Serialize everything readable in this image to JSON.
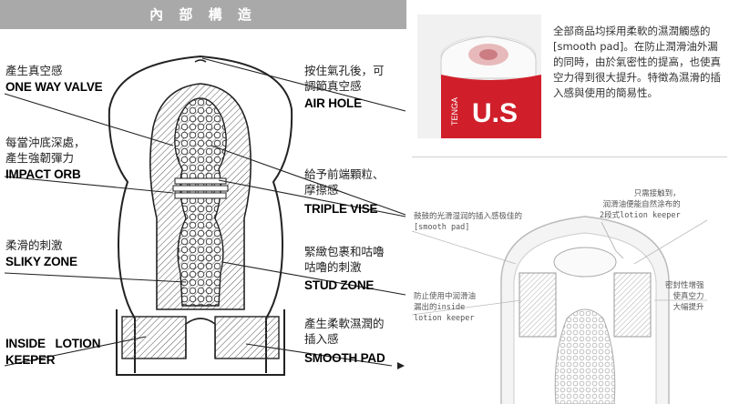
{
  "header": {
    "title": "內 部 構 造"
  },
  "labels_left": [
    {
      "cn": "產生真空感",
      "en": "ONE WAY VALVE"
    },
    {
      "cn": "每當沖底深處，\n產生強韌彈力",
      "en": "IMPACT ORB"
    },
    {
      "cn": "柔滑的刺激",
      "en": "SLIKY ZONE"
    },
    {
      "cn": "",
      "en": "INSIDE   LOTION\nKEEPER"
    }
  ],
  "labels_right": [
    {
      "cn": "按住氣孔後，可\n調節真空感",
      "en": "AIR HOLE"
    },
    {
      "cn": "給予前端顆粒、\n摩擦感",
      "en": "TRIPLE VISE"
    },
    {
      "cn": "緊緻包裹和咕嚕\n咕嚕的刺激",
      "en": "STUD ZONE"
    },
    {
      "cn": "產生柔軟濕潤的\n插入感",
      "en": "SMOOTH PAD"
    }
  ],
  "product": {
    "brand_text": "U.S",
    "vertical_text": "TENGA",
    "description": "全部商品均採用柔軟的濕潤觸感的[smooth pad]。在防止潤滑油外漏的同時，由於氣密性的提高，也使真空力得到很大提升。特徵為濕滑的插入感與使用的簡易性。"
  },
  "cross_section_notes": {
    "top_left": "鼓鼓的光滑湿润的插入感极佳的\n[smooth pad]",
    "top_right": "只需接触到，\n润滑油便能自然涂布的\n2段式lotion keeper",
    "bottom_left": "防止使用中润滑油\n漏出的inside\nlotion keeper",
    "bottom_right": "密封性增强\n使真空力\n大幅提升"
  },
  "colors": {
    "header_bg": "#a9a9a9",
    "brand_red": "#d01f2a"
  }
}
